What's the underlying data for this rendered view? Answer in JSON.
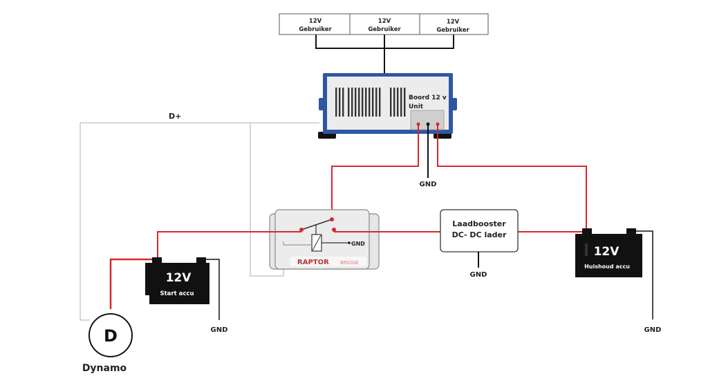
{
  "consumers": [
    {
      "line1": "12V",
      "line2": "Gebruiker"
    },
    {
      "line1": "12V",
      "line2": "Gebruiker"
    },
    {
      "line1": "12V",
      "line2": "Gebruiker"
    }
  ],
  "board_unit": {
    "line1": "Boord 12 v",
    "line2": "Unit"
  },
  "labels": {
    "d_plus": "D+",
    "gnd_board": "GND",
    "gnd_relay": "GND",
    "gnd_booster": "GND",
    "gnd_start": "GND",
    "gnd_house": "GND"
  },
  "relay": {
    "brand_main": "RAPTOR",
    "brand_sub": "BRIDGE"
  },
  "booster": {
    "line1": "Laadbooster",
    "line2": "DC- DC lader"
  },
  "start_battery": {
    "voltage": "12V",
    "name": "Start accu"
  },
  "house_battery": {
    "voltage": "12V",
    "name": "Huishoud accu"
  },
  "dynamo": {
    "symbol": "D",
    "name": "Dynamo"
  },
  "colors": {
    "positive_wire": "#d9262b",
    "ground_wire": "#111111",
    "signal_wire": "#c8c8c8",
    "unit_border": "#2f56a3"
  }
}
